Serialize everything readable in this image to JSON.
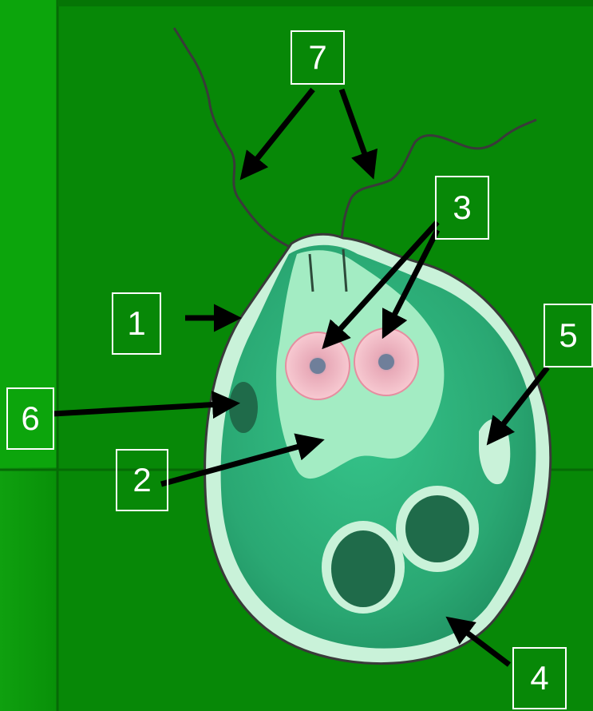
{
  "labels": {
    "l1": "1",
    "l2": "2",
    "l3": "3",
    "l4": "4",
    "l5": "5",
    "l6": "6",
    "l7": "7"
  },
  "colors": {
    "background": "#0a8a0a",
    "cell_body": "#2fb37a",
    "cell_membrane": "#b8f0cf",
    "nucleus_region": "#9fe8bf",
    "eyespot": "#f3b8c2",
    "starch_granule": "#1f6b4a",
    "arrow": "#000000",
    "label_text": "#ffffff"
  }
}
